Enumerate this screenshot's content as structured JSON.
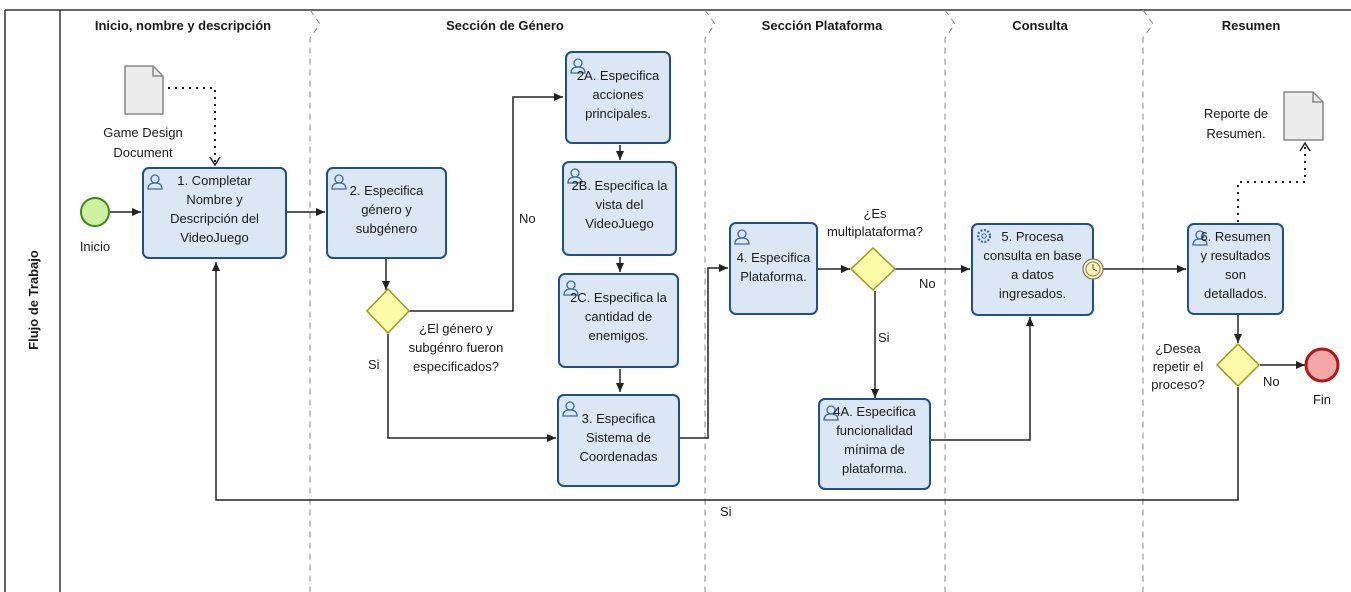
{
  "pool": {
    "lane_label": "Flujo de Trabajo"
  },
  "sections": [
    {
      "id": "s1",
      "title": "Inicio, nombre y descripción"
    },
    {
      "id": "s2",
      "title": "Sección de Género"
    },
    {
      "id": "s3",
      "title": "Sección Plataforma"
    },
    {
      "id": "s4",
      "title": "Consulta"
    },
    {
      "id": "s5",
      "title": "Resumen"
    }
  ],
  "events": {
    "start_label": "Inicio",
    "end_label": "Fin"
  },
  "documents": {
    "gdd": [
      "Game Design",
      "Document"
    ],
    "report": [
      "Reporte de",
      "Resumen."
    ]
  },
  "tasks": [
    {
      "id": "t1",
      "lines": [
        "1. Completar",
        "Nombre y",
        "Descripción del",
        "VideoJuego"
      ],
      "icon": "user-icon"
    },
    {
      "id": "t2",
      "lines": [
        "2. Especifica",
        "género y",
        "subgénero"
      ],
      "icon": "user-icon"
    },
    {
      "id": "t2a",
      "lines": [
        "2A. Especifica",
        "acciones",
        "principales."
      ],
      "icon": "user-icon"
    },
    {
      "id": "t2b",
      "lines": [
        "2B. Especifica la",
        "vista del",
        "VideoJuego"
      ],
      "icon": "user-icon"
    },
    {
      "id": "t2c",
      "lines": [
        "2C. Especifica la",
        "cantidad de",
        "enemigos."
      ],
      "icon": "user-icon"
    },
    {
      "id": "t3",
      "lines": [
        "3. Especifica",
        "Sistema de",
        "Coordenadas"
      ],
      "icon": "user-icon"
    },
    {
      "id": "t4",
      "lines": [
        "4. Especifica",
        "Plataforma."
      ],
      "icon": "user-icon"
    },
    {
      "id": "t4a",
      "lines": [
        "4A. Especifica",
        "funcionalidad",
        "mínima de",
        "plataforma."
      ],
      "icon": "user-icon"
    },
    {
      "id": "t5",
      "lines": [
        "5. Procesa",
        "consulta en base",
        "a datos",
        "ingresados."
      ],
      "icon": "gear-icon"
    },
    {
      "id": "t6",
      "lines": [
        "6. Resumen",
        "y resultados",
        "son",
        "detallados."
      ],
      "icon": "user-icon"
    }
  ],
  "gateways": {
    "g1": {
      "question": [
        "¿El género y",
        "subgénro fueron",
        "especificados?"
      ]
    },
    "g2": {
      "question": [
        "¿Es",
        "multiplataforma?"
      ]
    },
    "g3": {
      "question": [
        "¿Desea",
        "repetir el",
        "proceso?"
      ]
    }
  },
  "flow_labels": {
    "g1_no": "No",
    "g1_si": "Si",
    "g2_no": "No",
    "g2_si": "Si",
    "g3_no": "No",
    "g3_si": "Si"
  },
  "colors": {
    "task_fill": "#dbe7f5",
    "task_stroke": "#1f4f8f",
    "gateway_fill": "#fbfba8",
    "gateway_stroke": "#9a9a1a",
    "start_fill": "#cff0a0",
    "start_stroke": "#3a8a1a",
    "end_fill": "#f4a7a7",
    "end_stroke": "#b01818"
  }
}
